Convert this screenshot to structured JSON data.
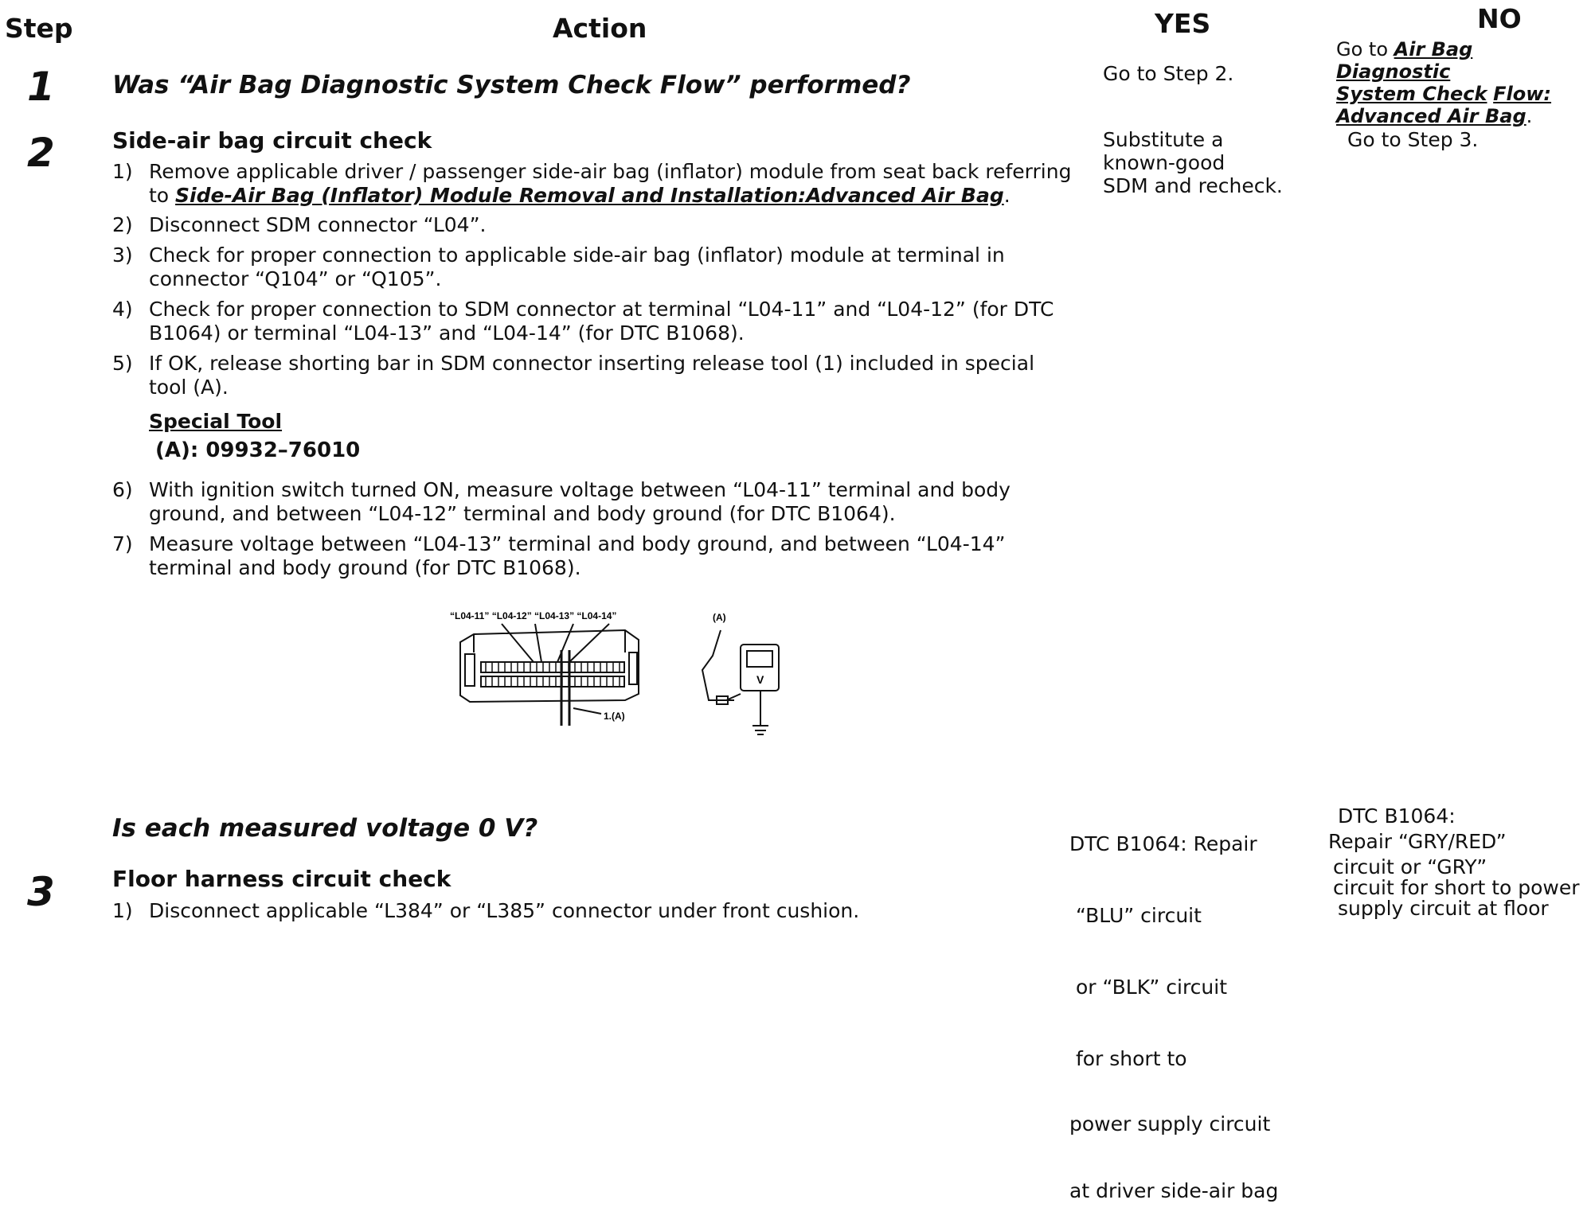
{
  "header": {
    "step": "Step",
    "action": "Action",
    "yes": "YES",
    "no": "NO"
  },
  "step1": {
    "num": "1",
    "question": "Was “Air Bag Diagnostic System Check Flow” performed?",
    "yes": "Go to Step 2.",
    "no_prefix": "Go to ",
    "no_link_1": "Air Bag Diagnostic",
    "no_link_2a": "System Check",
    "no_link_2b": "Flow:",
    "no_link_3": "Advanced Air Bag",
    "no_suffix": "."
  },
  "step2": {
    "num": "2",
    "title": "Side-air bag circuit check",
    "items": [
      {
        "n": "1)",
        "l1": "Remove applicable driver / passenger side-air bag (inflator) module from seat back referring",
        "l2_prefix": "to ",
        "l2_link": "Side-Air Bag (Inflator) Module Removal and Installation:Advanced Air Bag",
        "l2_suffix": "."
      },
      {
        "n": "2)",
        "l1": "Disconnect SDM connector “L04”."
      },
      {
        "n": "3)",
        "l1": "Check for proper connection to applicable side-air bag (inflator) module at terminal in",
        "l2": "connector “Q104” or “Q105”."
      },
      {
        "n": "4)",
        "l1": "Check for proper connection to SDM connector at terminal “L04-11” and “L04-12” (for DTC",
        "l2": "B1064) or terminal “L04-13” and “L04-14” (for DTC B1068)."
      },
      {
        "n": "5)",
        "l1": "If OK, release shorting bar in SDM connector inserting release tool (1) included in special",
        "l2": "tool (A)."
      },
      {
        "n": "6)",
        "l1": "With ignition switch turned ON, measure voltage between “L04-11” terminal and body",
        "l2": "ground, and between “L04-12” terminal and body ground (for DTC B1064)."
      },
      {
        "n": "7)",
        "l1": " Measure voltage between “L04-13” terminal and body ground, and between “L04-14”",
        "l2": "terminal and body ground (for DTC B1068)."
      }
    ],
    "special_tool_label": "Special Tool",
    "special_tool_value": "(A): 09932–76010",
    "figure": {
      "labels": "“L04-11” “L04-12” “L04-13” “L04-14”",
      "label_a": "(A)",
      "label_1a": "1.(A)",
      "meter_v": "V"
    },
    "question": "Is each measured voltage 0 V?",
    "yes_lines": [
      "Substitute a",
      "known-good",
      "SDM and recheck."
    ],
    "no": "Go to Step 3."
  },
  "step3": {
    "num": "3",
    "title": "Floor harness circuit check",
    "item1_n": "1)",
    "item1": "Disconnect applicable “L384” or “L385” connector under front cushion.",
    "yes_lines": [
      "DTC B1064: Repair",
      " “BLU” circuit",
      " or “BLK” circuit",
      " for short to",
      "power supply circuit",
      "at driver side-air bag"
    ],
    "no_lines": [
      "DTC B1064:",
      "Repair “GRY/RED”",
      "circuit or “GRY”",
      "circuit for short to power",
      "supply circuit at floor"
    ]
  }
}
